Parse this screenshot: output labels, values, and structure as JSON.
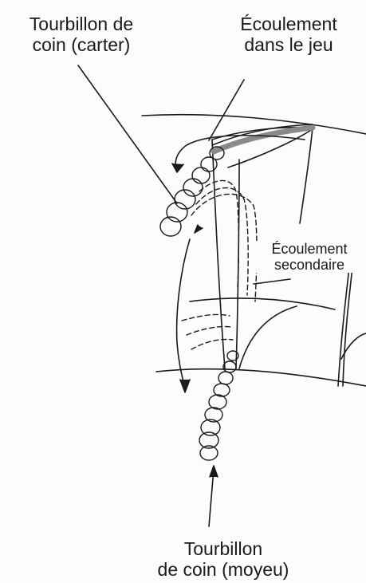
{
  "labels": {
    "casing_vortex": {
      "line1": "Tourbillon de",
      "line2": "coin (carter)"
    },
    "tip_gap_flow": {
      "line1": "Écoulement",
      "line2": "dans le jeu"
    },
    "secondary_flow": {
      "line1": "Écoulement",
      "line2": "secondaire"
    },
    "hub_vortex": {
      "line1": "Tourbillon",
      "line2": "de coin (moyeu)"
    }
  },
  "colors": {
    "ink": "#1a1a1a",
    "paper": "#fdfcfa",
    "gap_band": "#8a8a8a"
  }
}
